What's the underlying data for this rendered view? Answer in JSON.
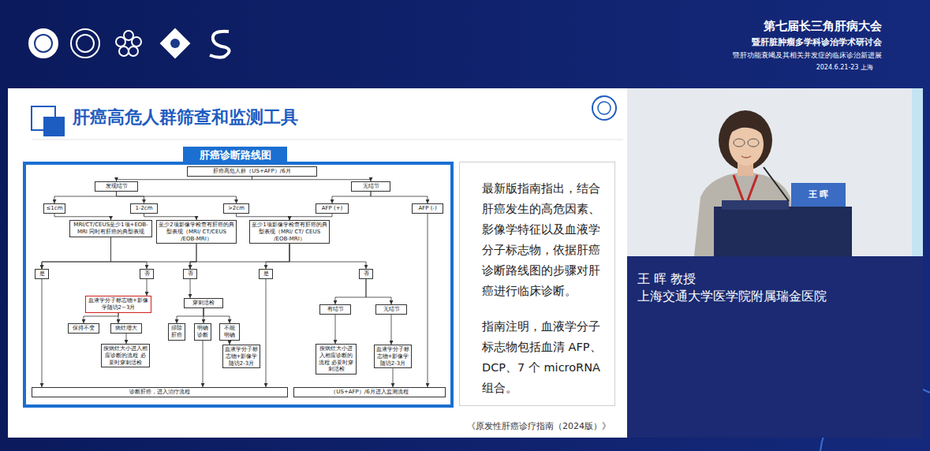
{
  "diagram": {
    "title": "肝癌高危人群筛查和监测工具",
    "caption": "《原发性肝癌诊疗指南（2024版）》",
    "nodes": [
      {
        "text": [
          "肝癌诊断路线图"
        ]
      },
      {
        "text": [
          "肝癌高危人群（US+AFP）/6月"
        ]
      },
      {
        "text": [
          "发现结节"
        ]
      },
      {
        "text": [
          "无结节"
        ]
      },
      {
        "text": [
          "≤1cm"
        ]
      },
      {
        "text": [
          "1-2cm"
        ]
      },
      {
        "text": [
          ">2cm"
        ]
      },
      {
        "text": [
          "AFP (+)"
        ]
      },
      {
        "text": [
          "AFP (-)"
        ]
      },
      {
        "text": [
          "MRI/CT/CEUS至少1项+EOB-MRI 同时有肝癌的典型表现"
        ]
      },
      {
        "text": [
          "至少2项影像学检查有肝癌的典型表现（MRI/ CT/CEUS /EOB-MRI）"
        ]
      },
      {
        "text": [
          "至少1项影像学检查有肝癌的典型表现（MRI/ CT/ CEUS /EOB-MRI）"
        ]
      },
      {
        "text": [
          "是"
        ]
      },
      {
        "text": [
          "否"
        ]
      },
      {
        "text": [
          "否"
        ]
      },
      {
        "text": [
          "是"
        ]
      },
      {
        "text": [
          "否"
        ]
      },
      {
        "text": [
          "血液学分子标志物+影像学随访2~3月"
        ]
      },
      {
        "text": [
          "穿刺活检"
        ]
      },
      {
        "text": [
          "有结节"
        ]
      },
      {
        "text": [
          "无结节"
        ]
      },
      {
        "text": [
          "保持不变"
        ]
      },
      {
        "text": [
          "病灶增大"
        ]
      },
      {
        "text": [
          "排除肝癌"
        ]
      },
      {
        "text": [
          "明确诊断"
        ]
      },
      {
        "text": [
          "不能明确"
        ]
      },
      {
        "text": [
          "按病灶大小进入相应诊断的流程 必要时穿刺活检"
        ]
      },
      {
        "text": [
          "血液学分子标志物+影像学随访2-3月"
        ]
      },
      {
        "text": [
          "按病灶大小进入相应诊断的流程 必要时穿刺活检"
        ]
      },
      {
        "text": [
          "血液学分子标志物+影像学随访2-3月"
        ]
      },
      {
        "text": [
          "诊断肝癌，进入治疗流程"
        ]
      },
      {
        "text": [
          "（US+AFP）/6月进入监测流程"
        ]
      },
      {
        "text": [
          "最新版指南指出，结合肝癌发生的高危因素、影像学特征以及血液学分子标志物，依据肝癌诊断路线图的步骤对肝癌进行临床诊断。",
          "指南注明，血液学分子标志物包括血清 AFP、DCP、7 个 microRNA组合。"
        ]
      },
      {
        "text": [
          "王 晖 教授",
          "上海交通大学医学院附属瑞金医院"
        ]
      }
    ],
    "edges": [
      {
        "from": 1,
        "to": 2,
        "arrow": "to"
      },
      {
        "from": 1,
        "to": 3,
        "arrow": "to"
      },
      {
        "from": 2,
        "to": 4,
        "arrow": "to"
      },
      {
        "from": 2,
        "to": 5,
        "arrow": "to"
      },
      {
        "from": 2,
        "to": 6,
        "arrow": "to"
      },
      {
        "from": 3,
        "to": 7,
        "arrow": "to"
      },
      {
        "from": 3,
        "to": 8,
        "arrow": "to"
      },
      {
        "from": 4,
        "to": 9,
        "arrow": "to"
      },
      {
        "from": 5,
        "to": 10,
        "arrow": "to"
      },
      {
        "from": 6,
        "to": 11,
        "arrow": "to"
      },
      {
        "from": 7,
        "to": 11,
        "arrow": "to"
      },
      {
        "from": 9,
        "to": 12,
        "arrow": "to"
      },
      {
        "from": 9,
        "to": 13,
        "arrow": "to"
      },
      {
        "from": 10,
        "to": 12,
        "arrow": "to"
      },
      {
        "from": 10,
        "to": 14,
        "arrow": "to"
      },
      {
        "from": 11,
        "to": 14,
        "arrow": "to"
      },
      {
        "from": 11,
        "to": 15,
        "arrow": "to"
      },
      {
        "from": 11,
        "to": 16,
        "arrow": "to"
      },
      {
        "from": 13,
        "to": 17,
        "arrow": "to"
      },
      {
        "from": 14,
        "to": 18,
        "arrow": "to"
      },
      {
        "from": 16,
        "to": 19,
        "arrow": "to"
      },
      {
        "from": 16,
        "to": 20,
        "arrow": "to"
      },
      {
        "from": 17,
        "to": 21,
        "arrow": "to"
      },
      {
        "from": 17,
        "to": 22,
        "arrow": "to"
      },
      {
        "from": 18,
        "to": 23,
        "arrow": "to"
      },
      {
        "from": 18,
        "to": 24,
        "arrow": "to"
      },
      {
        "from": 18,
        "to": 25,
        "arrow": "to"
      },
      {
        "from": 22,
        "to": 26,
        "arrow": "to"
      },
      {
        "from": 25,
        "to": 27,
        "arrow": "to"
      },
      {
        "from": 19,
        "to": 28,
        "arrow": "to"
      },
      {
        "from": 20,
        "to": 29,
        "arrow": "to"
      },
      {
        "from": 12,
        "to": 30,
        "arrow": "to"
      },
      {
        "from": 15,
        "to": 30,
        "arrow": "to"
      },
      {
        "from": 24,
        "to": 30,
        "arrow": "to"
      },
      {
        "from": 8,
        "to": 31,
        "arrow": "to"
      },
      {
        "from": 29,
        "to": 31,
        "arrow": "to"
      }
    ],
    "labels": [
      "第七届长三角肝病大会",
      "暨肝脏肿瘤多学科诊治学术研讨会",
      "暨肝功能衰竭及其相关并发症的临床诊治新进展",
      "2024.6.21-23 上海",
      "王 晖"
    ]
  }
}
